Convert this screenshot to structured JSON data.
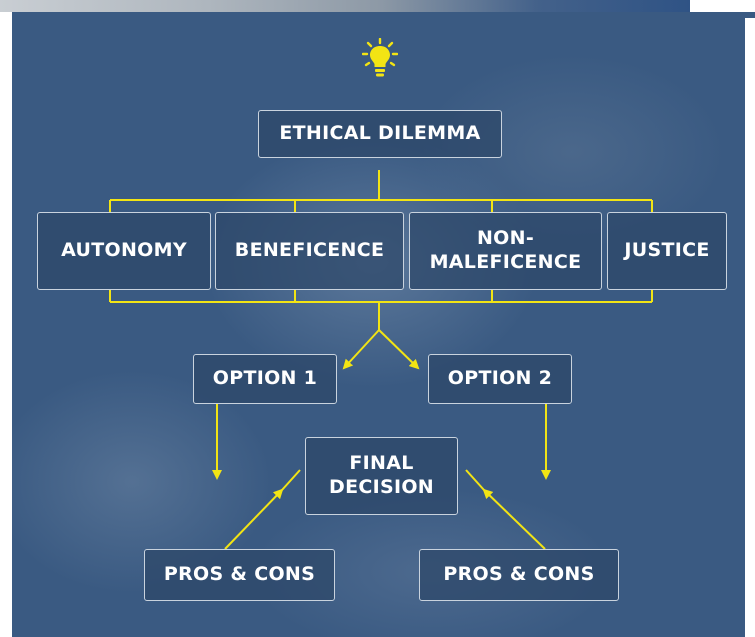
{
  "diagram": {
    "root": "ETHICAL DILEMMA",
    "principles": [
      "AUTONOMY",
      "BENEFICENCE",
      "NON-\nMALEFICENCE",
      "JUSTICE"
    ],
    "options": [
      "OPTION 1",
      "OPTION 2"
    ],
    "final": "FINAL\nDECISION",
    "pros_cons": [
      "PROS & CONS",
      "PROS & CONS"
    ]
  },
  "icons": {
    "top": "lightbulb-icon"
  },
  "colors": {
    "background": "#3a5a82",
    "connector": "#f2e414",
    "box_border": "#c9d3de",
    "text": "#ffffff"
  }
}
